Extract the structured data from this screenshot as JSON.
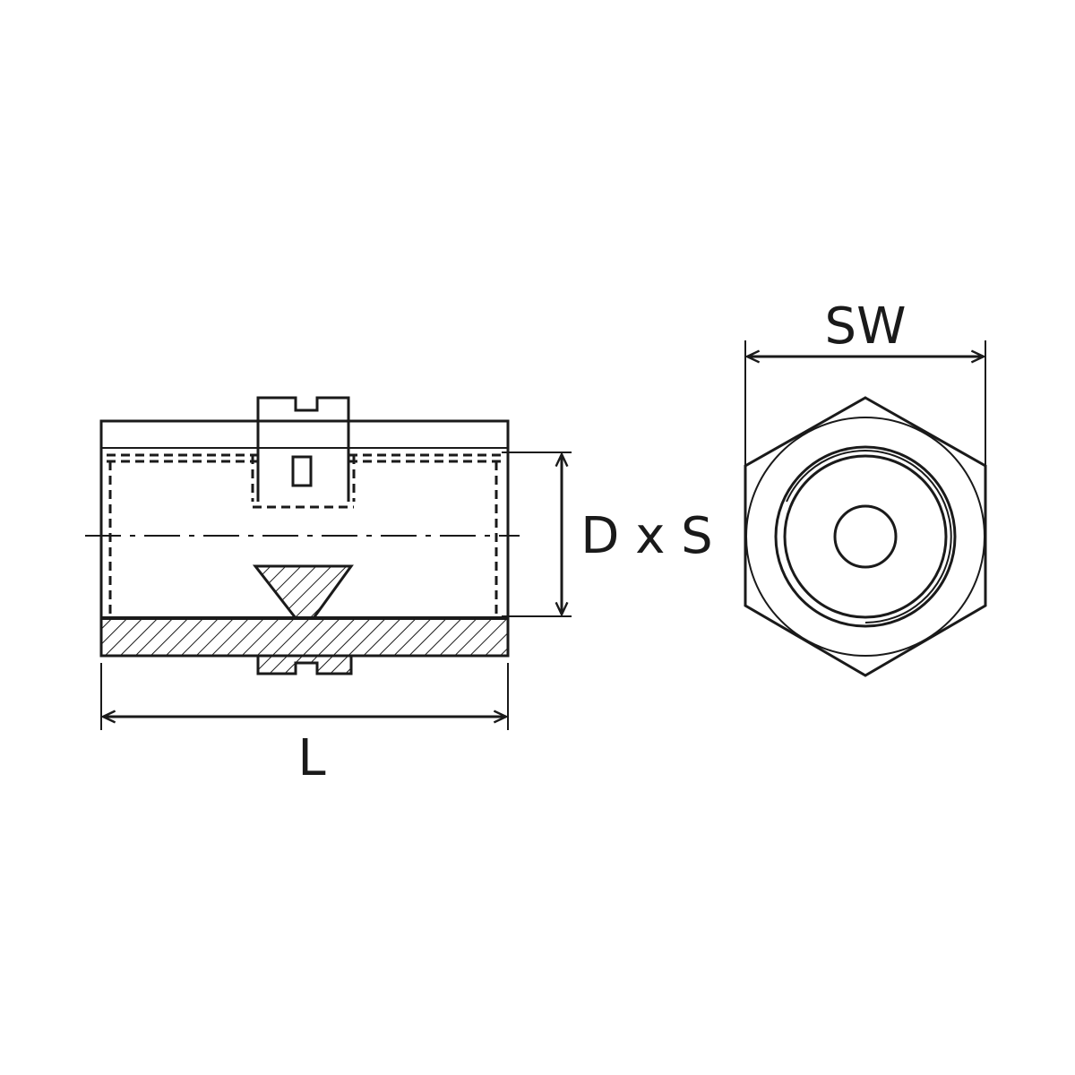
{
  "colors": {
    "background": "#ffffff",
    "stroke": "#1a1a1a"
  },
  "labels": {
    "diameter_by_thread": "D x S",
    "length": "L",
    "wrench_size": "SW"
  }
}
